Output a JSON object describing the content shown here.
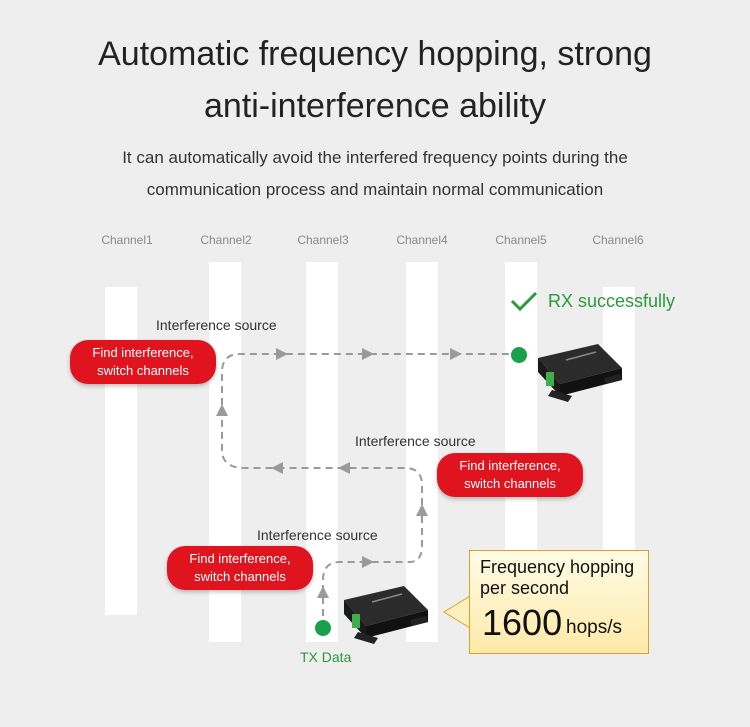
{
  "header": {
    "title_line1": "Automatic frequency hopping, strong",
    "title_line2": "anti-interference ability",
    "subtitle_line1": "It can automatically avoid the interfered frequency points during the",
    "subtitle_line2": "communication process and maintain normal communication"
  },
  "channels": [
    "Channel1",
    "Channel2",
    "Channel3",
    "Channel4",
    "Channel5",
    "Channel6"
  ],
  "interference": {
    "label_top": "Interference source",
    "label_mid": "Interference source",
    "label_low": "Interference source"
  },
  "tags": {
    "find_top_line1": "Find interference,",
    "find_top_line2": "switch channels",
    "find_mid_line1": "Find interference,",
    "find_mid_line2": "switch channels",
    "find_low_line1": "Find interference,",
    "find_low_line2": "switch channels"
  },
  "status": {
    "rx": "RX successfully",
    "tx": "TX Data"
  },
  "hopping": {
    "caption_line1": "Frequency hopping",
    "caption_line2": "per second",
    "value": "1600",
    "unit": "hops/s"
  },
  "colors": {
    "accent_green": "#2a9a3d",
    "alert_red": "#e0141e",
    "path_gray": "#9a9a9a"
  }
}
